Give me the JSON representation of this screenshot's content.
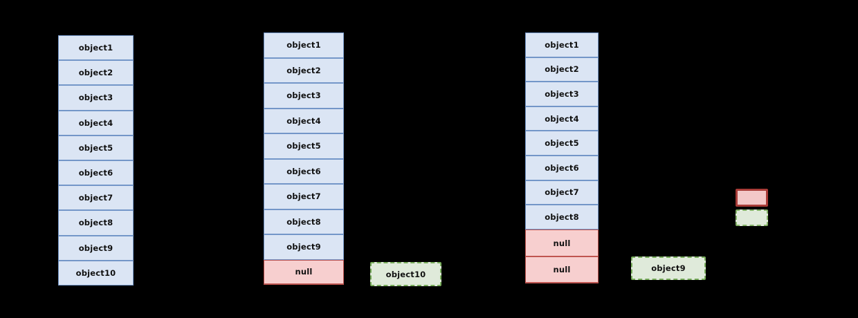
{
  "diagram": {
    "background_color": "#000000",
    "palette": {
      "blue_fill": "#dbe5f4",
      "blue_border": "#7396c8",
      "red_fill": "#f7cfcf",
      "red_border": "#bf5450",
      "green_fill": "#dfeada",
      "green_border": "#77ac5a",
      "text_color": "#111111"
    },
    "columns": [
      {
        "id": "stack-state-1",
        "cells": [
          {
            "label": "object1",
            "style": "blue"
          },
          {
            "label": "object2",
            "style": "blue"
          },
          {
            "label": "object3",
            "style": "blue"
          },
          {
            "label": "object4",
            "style": "blue"
          },
          {
            "label": "object5",
            "style": "blue"
          },
          {
            "label": "object6",
            "style": "blue"
          },
          {
            "label": "object7",
            "style": "blue"
          },
          {
            "label": "object8",
            "style": "blue"
          },
          {
            "label": "object9",
            "style": "blue"
          },
          {
            "label": "object10",
            "style": "blue"
          }
        ],
        "detached": []
      },
      {
        "id": "stack-state-2",
        "cells": [
          {
            "label": "object1",
            "style": "blue"
          },
          {
            "label": "object2",
            "style": "blue"
          },
          {
            "label": "object3",
            "style": "blue"
          },
          {
            "label": "object4",
            "style": "blue"
          },
          {
            "label": "object5",
            "style": "blue"
          },
          {
            "label": "object6",
            "style": "blue"
          },
          {
            "label": "object7",
            "style": "blue"
          },
          {
            "label": "object8",
            "style": "blue"
          },
          {
            "label": "object9",
            "style": "blue"
          },
          {
            "label": "null",
            "style": "red"
          }
        ],
        "detached": [
          {
            "label": "object10"
          }
        ]
      },
      {
        "id": "stack-state-3",
        "cells": [
          {
            "label": "object1",
            "style": "blue"
          },
          {
            "label": "object2",
            "style": "blue"
          },
          {
            "label": "object3",
            "style": "blue"
          },
          {
            "label": "object4",
            "style": "blue"
          },
          {
            "label": "object5",
            "style": "blue"
          },
          {
            "label": "object6",
            "style": "blue"
          },
          {
            "label": "object7",
            "style": "blue"
          },
          {
            "label": "object8",
            "style": "blue"
          },
          {
            "label": "null",
            "style": "red"
          },
          {
            "label": "null",
            "style": "red"
          }
        ],
        "detached": [
          {
            "label": "object9"
          }
        ]
      }
    ],
    "legend_chips": [
      {
        "id": "legend-chip-removed",
        "label": "",
        "style": "red-chip"
      },
      {
        "id": "legend-chip-popped",
        "label": "",
        "style": "green-chip"
      }
    ]
  }
}
